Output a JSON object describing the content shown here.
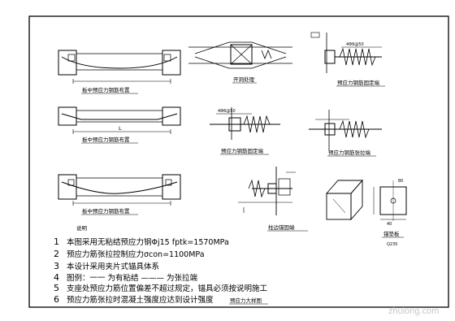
{
  "figure_captions": {
    "beam1_caption": "板中预应力钢筋布置",
    "beam2_caption": "板中预应力钢筋布置",
    "beam3_caption": "板中预应力钢筋布置",
    "open_hole": "开洞处理",
    "anchor_fixed": "预应力钢筋固定端",
    "tension_anchor_a": "预应力钢筋固定端",
    "tension_anchor_b": "预应力钢筋张拉端",
    "column_detail": "柱边锚固端",
    "anchor_plate": "锚垫板",
    "plate_grade": "Q235",
    "notes_title": "说明",
    "sheet_title": "预应力大样图"
  },
  "dimension_labels": {
    "length_L": "L",
    "spiral": "4Φ6@50",
    "dim_40": "40",
    "dim_80": "80"
  },
  "notes": [
    {
      "no": "1",
      "text": "本图采用无粘结预应力钢Φj15 fptk=1570MPa"
    },
    {
      "no": "2",
      "text": "预应力筋张拉控制应力σcon=1100MPa"
    },
    {
      "no": "3",
      "text": "本设计采用夹片式锚具体系"
    },
    {
      "no": "4",
      "text": "图例：一一 为有粘结    ——— 为张拉端"
    },
    {
      "no": "5",
      "text": "支座处预应力筋位置偏差不超过规定，锚具必须按说明施工"
    },
    {
      "no": "6",
      "text": "预应力筋张拉时混凝土强度应达到设计强度"
    }
  ],
  "watermark": "zhulong.com"
}
